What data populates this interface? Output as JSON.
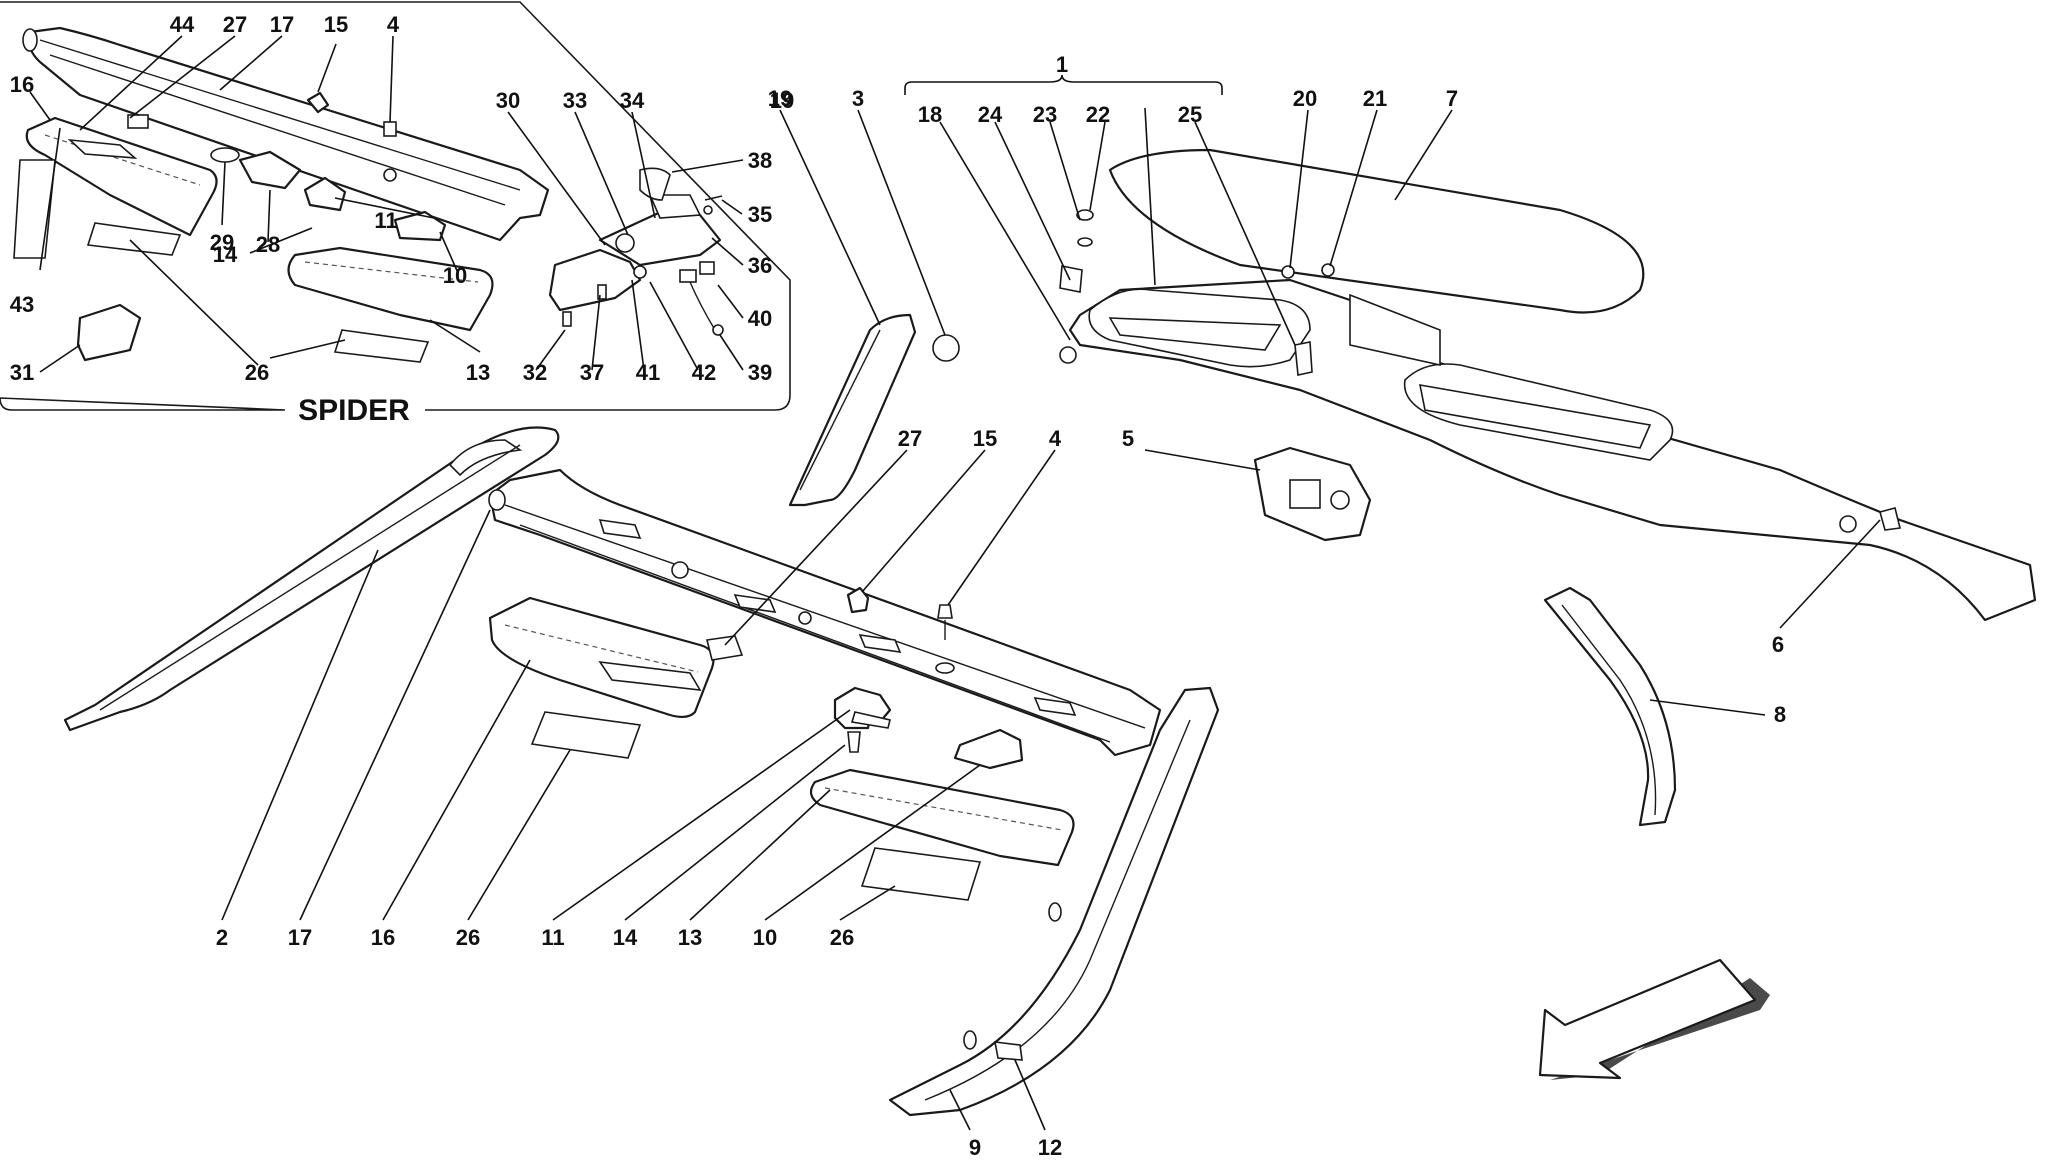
{
  "diagram": {
    "inset_label": "SPIDER",
    "callouts_main": [
      "1",
      "18",
      "24",
      "23",
      "22",
      "25",
      "20",
      "21",
      "7",
      "19",
      "3",
      "27",
      "15",
      "4",
      "5",
      "6",
      "8",
      "2",
      "17",
      "16",
      "26",
      "11",
      "14",
      "13",
      "10",
      "26",
      "9",
      "12"
    ],
    "callouts_inset": [
      "44",
      "27",
      "17",
      "15",
      "4",
      "16",
      "30",
      "33",
      "34",
      "19",
      "38",
      "35",
      "36",
      "40",
      "39",
      "42",
      "41",
      "37",
      "32",
      "11",
      "10",
      "14",
      "28",
      "29",
      "43",
      "31",
      "26",
      "13"
    ],
    "direction_arrow": "arrow-icon"
  }
}
